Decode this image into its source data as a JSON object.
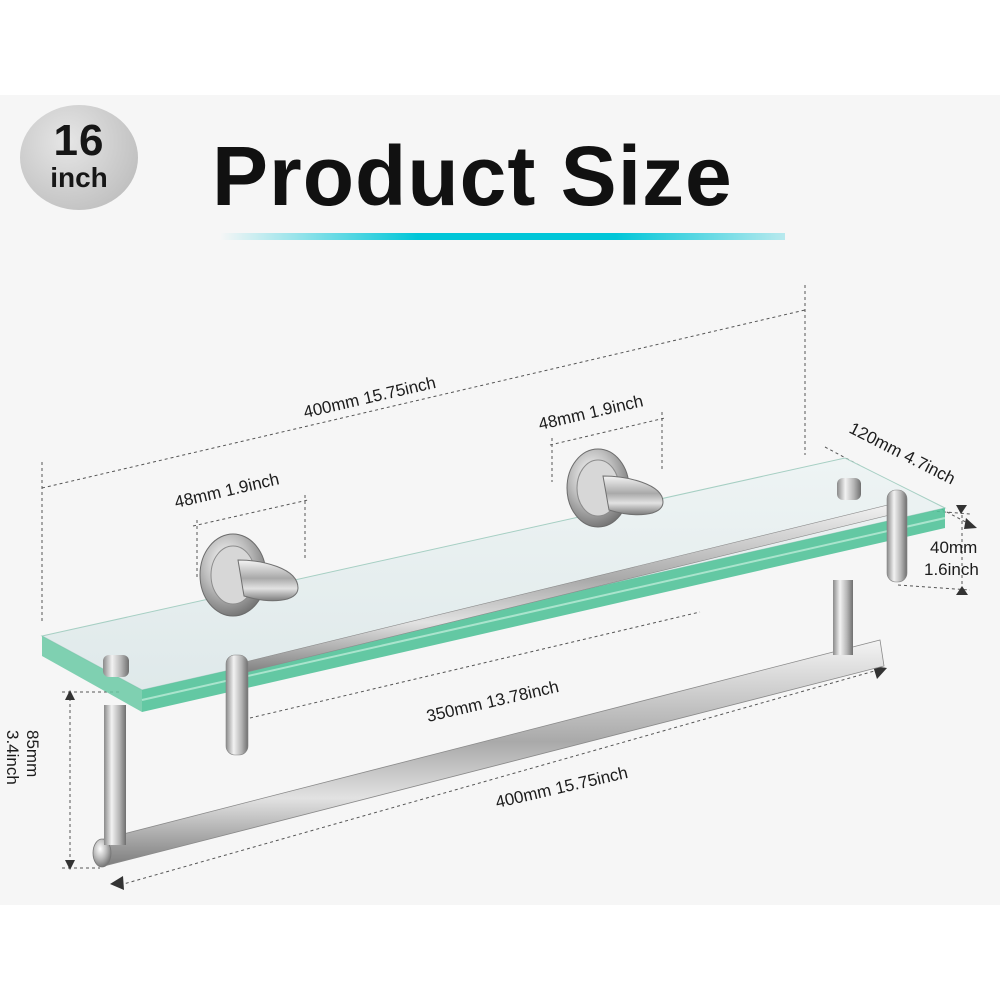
{
  "badge": {
    "number": "16",
    "unit": "inch"
  },
  "title": "Product Size",
  "colors": {
    "accent_line": "#00c6d8",
    "glass_edge": "#5fc7a4",
    "text": "#111111"
  },
  "dimensions": {
    "overall_length": "400mm 15.75inch",
    "left_flange": "48mm 1.9inch",
    "right_flange": "48mm 1.9inch",
    "depth": "120mm 4.7inch",
    "rail_height_mm": "40mm",
    "rail_height_in": "1.6inch",
    "inner_length": "350mm 13.78inch",
    "height_mm": "85mm",
    "height_in": "3.4inch",
    "bar_length": "400mm 15.75inch"
  }
}
